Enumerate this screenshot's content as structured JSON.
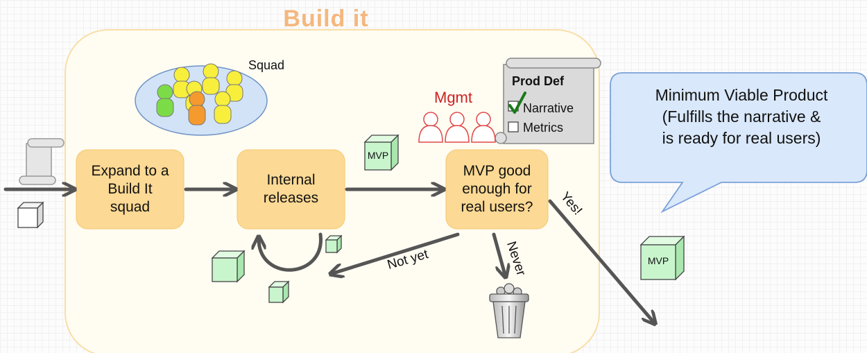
{
  "title": "Build it",
  "squad_label": "Squad",
  "mgmt_label": "Mgmt",
  "prod_def": {
    "title": "Prod Def",
    "items": [
      {
        "label": "Narrative",
        "checked": true
      },
      {
        "label": "Metrics",
        "checked": false
      }
    ]
  },
  "steps": {
    "expand": "Expand to a\nBuild It\nsquad",
    "internal": "Internal\nreleases",
    "decision": "MVP good\nenough for\nreal users?"
  },
  "edges": {
    "not_yet": "Not yet",
    "never": "Never",
    "yes": "Yes!"
  },
  "mvp_cube_label": "MVP",
  "callout": "Minimum Viable Product\n(Fulfills the narrative &\nis ready for real users)",
  "colors": {
    "title": "#f5b77e",
    "frame_fill": "#fffcf2",
    "frame_border": "#f8dfa8",
    "step_fill": "#fcd994",
    "cube_green": "#c9f5cd",
    "arrow": "#555555",
    "squad_ellipse": "#d2e3f7",
    "mgmt": "#cc2222",
    "callout_border": "#7aa0d8"
  }
}
